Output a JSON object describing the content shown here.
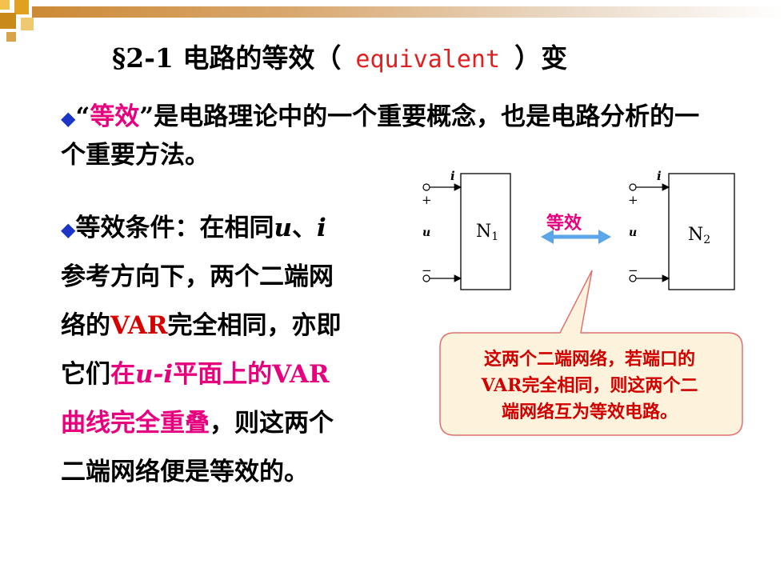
{
  "slide": {
    "title_prefix": "§2-1 电路的等效（",
    "title_en": " equivalent ",
    "title_suffix": "）变",
    "bullet_icon": "diamond-bullet-icon",
    "para1": {
      "open_quote": "“",
      "highlight": "等效",
      "rest": "”是电路理论中的一个重要概念，也是电路分析的一个重要方法。"
    },
    "para2": {
      "line1_a": "等效条件：在相同",
      "u": "u",
      "sep": "、",
      "i": "i",
      "line2": "参考方向下，两个二端网",
      "line3_a": "络的",
      "line3_var": "VAR",
      "line3_b": "完全相同，亦即",
      "line4_a": "它们",
      "line4_pink_a": "在",
      "line4_ui": "u-i",
      "line4_pink_b": "平面上的",
      "line4_var": "VAR",
      "line5_pink": "曲线完全重叠",
      "line5_b": "，则这两个",
      "line6": "二端网络便是等效的。"
    },
    "diagram": {
      "n1_label": "N",
      "n1_sub": "1",
      "n2_label": "N",
      "n2_sub": "2",
      "current_label": "i",
      "voltage_label": "u",
      "plus": "+",
      "minus": "−",
      "equiv_label": "等效"
    },
    "callout": {
      "line1": "这两个二端网络，若端口的",
      "line2": "VAR完全相同，则这两个二",
      "line3": "端网络互为等效电路。"
    },
    "colors": {
      "accent_pink": "#e6007e",
      "accent_red": "#d60000",
      "bullet_blue": "#1a35c8",
      "arrow_blue": "#5aa6e8",
      "callout_bg": "#fdf3dc",
      "callout_border": "#e07070"
    }
  }
}
